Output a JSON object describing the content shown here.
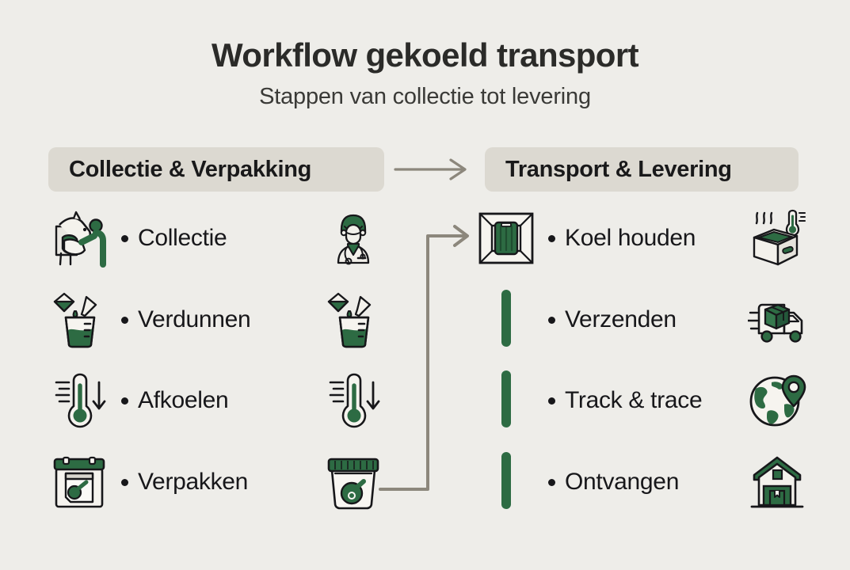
{
  "header": {
    "title": "Workflow gekoeld transport",
    "subtitle": "Stappen van collectie tot levering"
  },
  "colors": {
    "background": "#eeede9",
    "pill_background": "#dcd9d1",
    "accent_green": "#2d6b43",
    "arrow_gray": "#8c877c",
    "text_dark": "#17171a"
  },
  "columns": [
    {
      "id": "collection",
      "label": "Collectie & Verpakking",
      "steps": [
        {
          "label": "Collectie",
          "left_icon": "horse-blood-collection-icon",
          "right_icon": "veterinarian-icon"
        },
        {
          "label": "Verdunnen",
          "left_icon": "beaker-pipette-icon",
          "right_icon": "beaker-pipette-icon"
        },
        {
          "label": "Afkoelen",
          "left_icon": "thermometer-down-icon",
          "right_icon": "thermometer-down-icon"
        },
        {
          "label": "Verpakken",
          "left_icon": "packaging-container-icon",
          "right_icon": "sealed-jar-icon"
        }
      ]
    },
    {
      "id": "transport",
      "label": "Transport & Levering",
      "steps": [
        {
          "label": "Koel houden",
          "left_icon": "cooled-crate-icon",
          "right_icon": "cooler-box-thermometer-icon"
        },
        {
          "label": "Verzenden",
          "left_icon": "green-bar-connector",
          "right_icon": "delivery-truck-icon"
        },
        {
          "label": "Track & trace",
          "left_icon": "green-bar-connector",
          "right_icon": "globe-location-pin-icon"
        },
        {
          "label": "Ontvangen",
          "left_icon": "green-bar-connector",
          "right_icon": "warehouse-icon"
        }
      ]
    }
  ],
  "connectors": {
    "header_arrow": "arrow-right",
    "flow_arrow": "l-shaped-arrow-to-transport"
  }
}
